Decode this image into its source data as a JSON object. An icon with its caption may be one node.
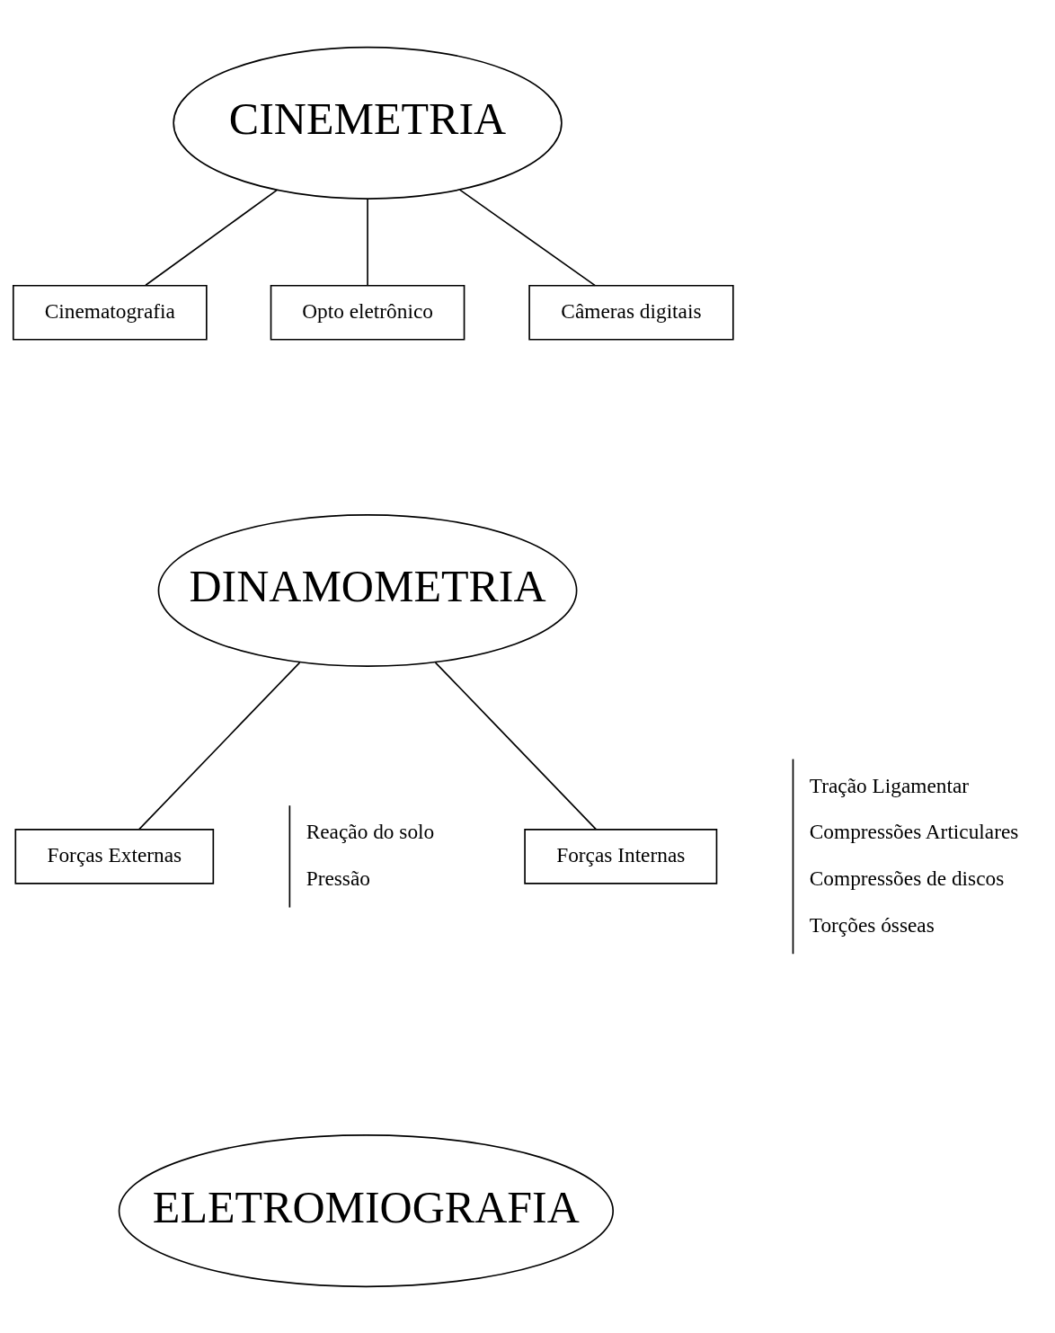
{
  "diagram": {
    "nodes": [
      {
        "text": [
          "CINEMETRIA"
        ]
      },
      {
        "text": [
          "Cinematografia"
        ]
      },
      {
        "text": [
          "Opto eletrônico"
        ]
      },
      {
        "text": [
          "Câmeras digitais"
        ]
      },
      {
        "text": [
          "DINAMOMETRIA"
        ]
      },
      {
        "text": [
          "Forças Externas"
        ],
        "beside": [
          "Reação do solo",
          "Pressão"
        ]
      },
      {
        "text": [
          "Forças Internas"
        ],
        "beside": [
          "Tração Ligamentar",
          "Compressões Articulares",
          "Compressões de discos",
          "Torções ósseas"
        ]
      },
      {
        "text": [
          "ELETROMIOGRAFIA"
        ]
      }
    ],
    "edges": [
      {
        "from": 0,
        "to": 1,
        "arrow": "none"
      },
      {
        "from": 0,
        "to": 2,
        "arrow": "none"
      },
      {
        "from": 0,
        "to": 3,
        "arrow": "none"
      },
      {
        "from": 4,
        "to": 5,
        "arrow": "none"
      },
      {
        "from": 4,
        "to": 6,
        "arrow": "none"
      }
    ]
  }
}
